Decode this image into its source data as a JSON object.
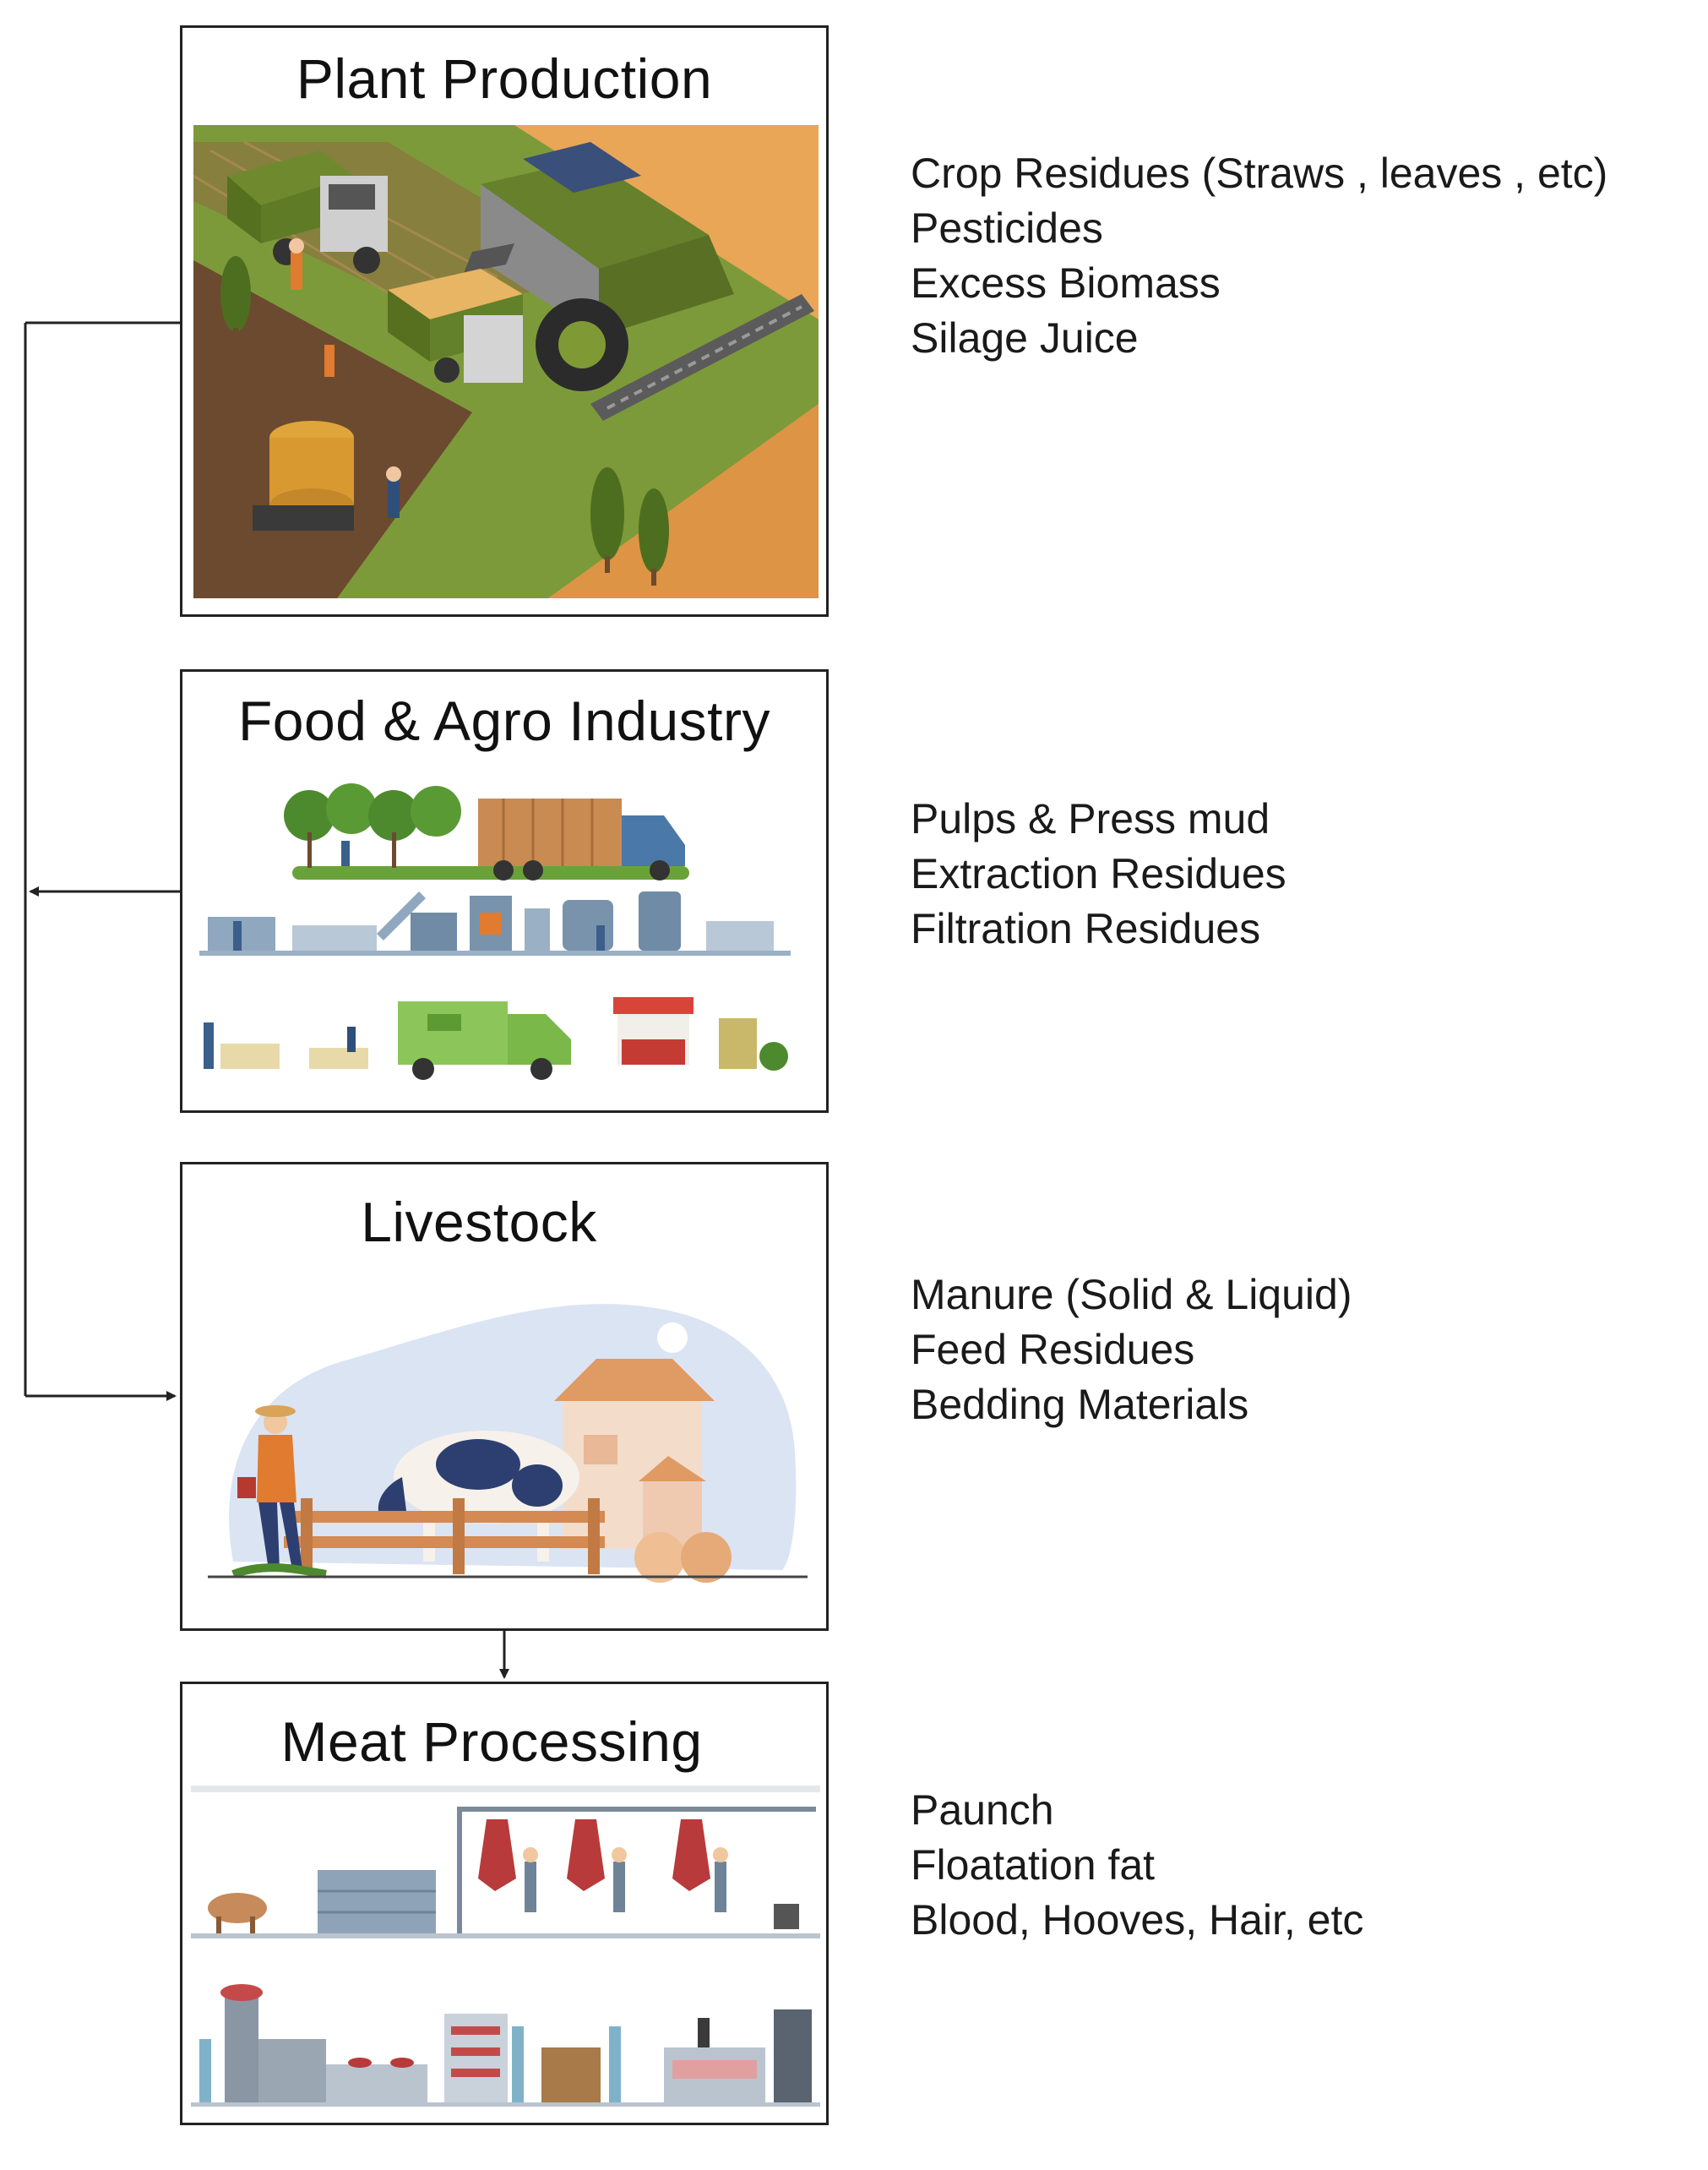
{
  "stages": [
    {
      "title": "Plant Production",
      "outputs": [
        "Crop Residues (Straws , leaves , etc)",
        "Pesticides",
        "Excess Biomass",
        "Silage Juice"
      ]
    },
    {
      "title": "Food & Agro Industry",
      "outputs": [
        "Pulps & Press mud",
        "Extraction Residues",
        "Filtration Residues"
      ]
    },
    {
      "title": "Livestock",
      "outputs": [
        "Manure (Solid & Liquid)",
        "Feed Residues",
        "Bedding Materials"
      ]
    },
    {
      "title": "Meat Processing",
      "outputs": [
        "Paunch",
        "Floatation fat",
        "Blood, Hooves, Hair, etc"
      ]
    }
  ],
  "colors": {
    "line": "#222222",
    "field_green": "#7d9a3a",
    "field_orange": "#e9a657",
    "sky": "#dbe4f3",
    "barn": "#e09a63"
  }
}
